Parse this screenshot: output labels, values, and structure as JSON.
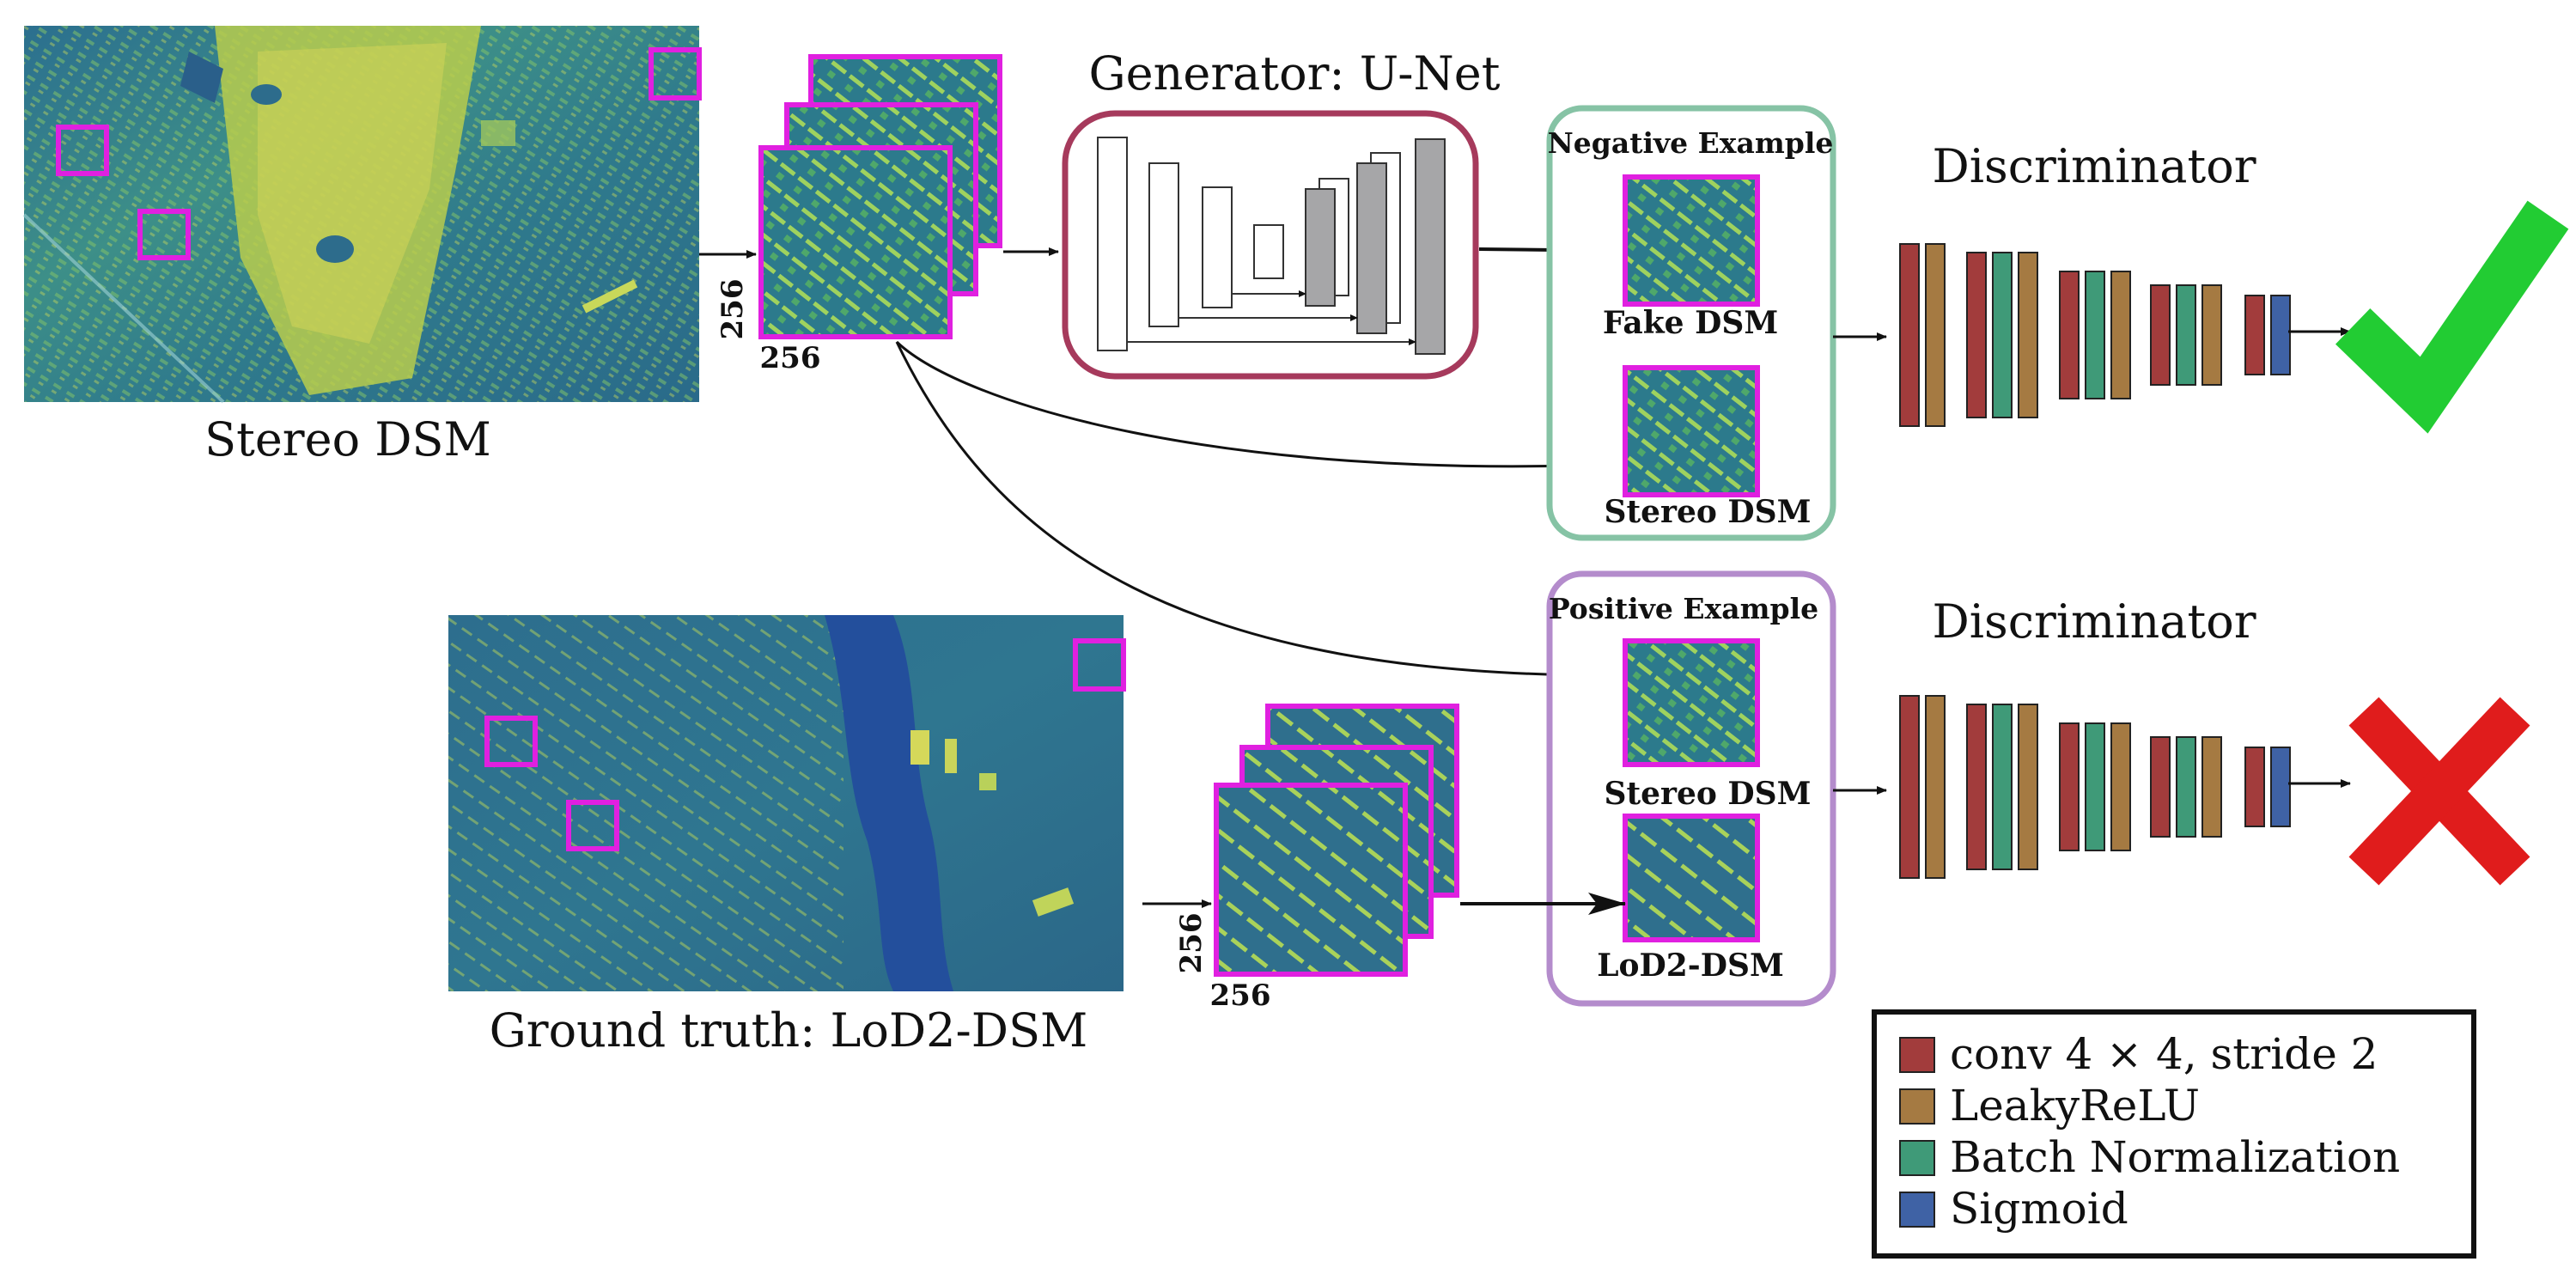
{
  "labels": {
    "stereo_dsm": "Stereo DSM",
    "ground_truth": "Ground truth: LoD2-DSM",
    "generator": "Generator: U-Net",
    "discriminator_top": "Discriminator",
    "discriminator_bottom": "Discriminator",
    "negative_example": "Negative Example",
    "positive_example": "Positive Example",
    "fake_dsm": "Fake DSM",
    "stereo_dsm_small_top": "Stereo DSM",
    "stereo_dsm_small_bottom": "Stereo DSM",
    "lod2_dsm": "LoD2-DSM",
    "patch_size_h_top": "256",
    "patch_size_w_top": "256",
    "patch_size_h_bottom": "256",
    "patch_size_w_bottom": "256"
  },
  "legend": {
    "items": [
      {
        "label": "conv 4 × 4, stride 2",
        "color": "#a23c3c"
      },
      {
        "label": "LeakyReLU",
        "color": "#a57a42"
      },
      {
        "label": "Batch Normalization",
        "color": "#3f9a78"
      },
      {
        "label": "Sigmoid",
        "color": "#3f62a5"
      }
    ]
  },
  "results": {
    "top": "check-icon",
    "bottom": "cross-icon"
  },
  "colors": {
    "patch_border": "#e020e0",
    "generator_border": "#a63a5c",
    "negative_box": "#86c3a5",
    "positive_box": "#b48ccc",
    "check": "#22cc33",
    "cross": "#e01c1c",
    "unet_gray": "#a6a6a8"
  }
}
